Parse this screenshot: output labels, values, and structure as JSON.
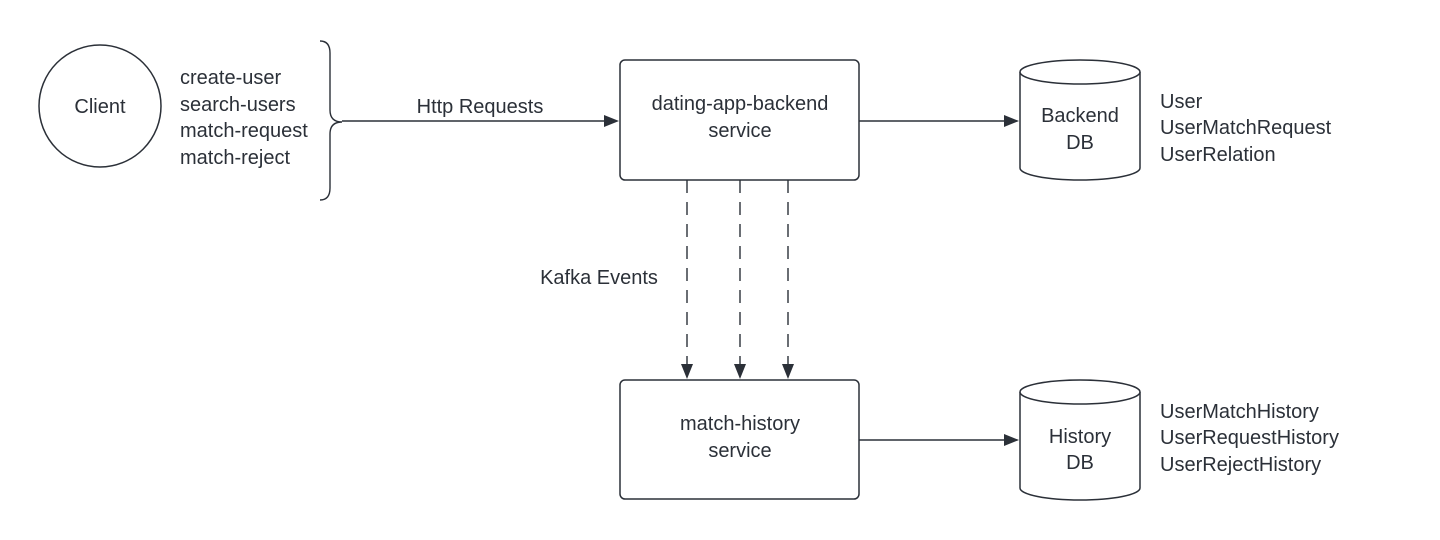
{
  "client": {
    "label": "Client"
  },
  "operations": [
    "create-user",
    "search-users",
    "match-request",
    "match-reject"
  ],
  "http_label": "Http Requests",
  "backend_service": {
    "line1": "dating-app-backend",
    "line2": "service"
  },
  "backend_db": {
    "line1": "Backend",
    "line2": "DB",
    "tables": [
      "User",
      "UserMatchRequest",
      "UserRelation"
    ]
  },
  "kafka_label": "Kafka Events",
  "history_service": {
    "line1": "match-history",
    "line2": "service"
  },
  "history_db": {
    "line1": "History",
    "line2": "DB",
    "tables": [
      "UserMatchHistory",
      "UserRequestHistory",
      "UserRejectHistory"
    ]
  }
}
